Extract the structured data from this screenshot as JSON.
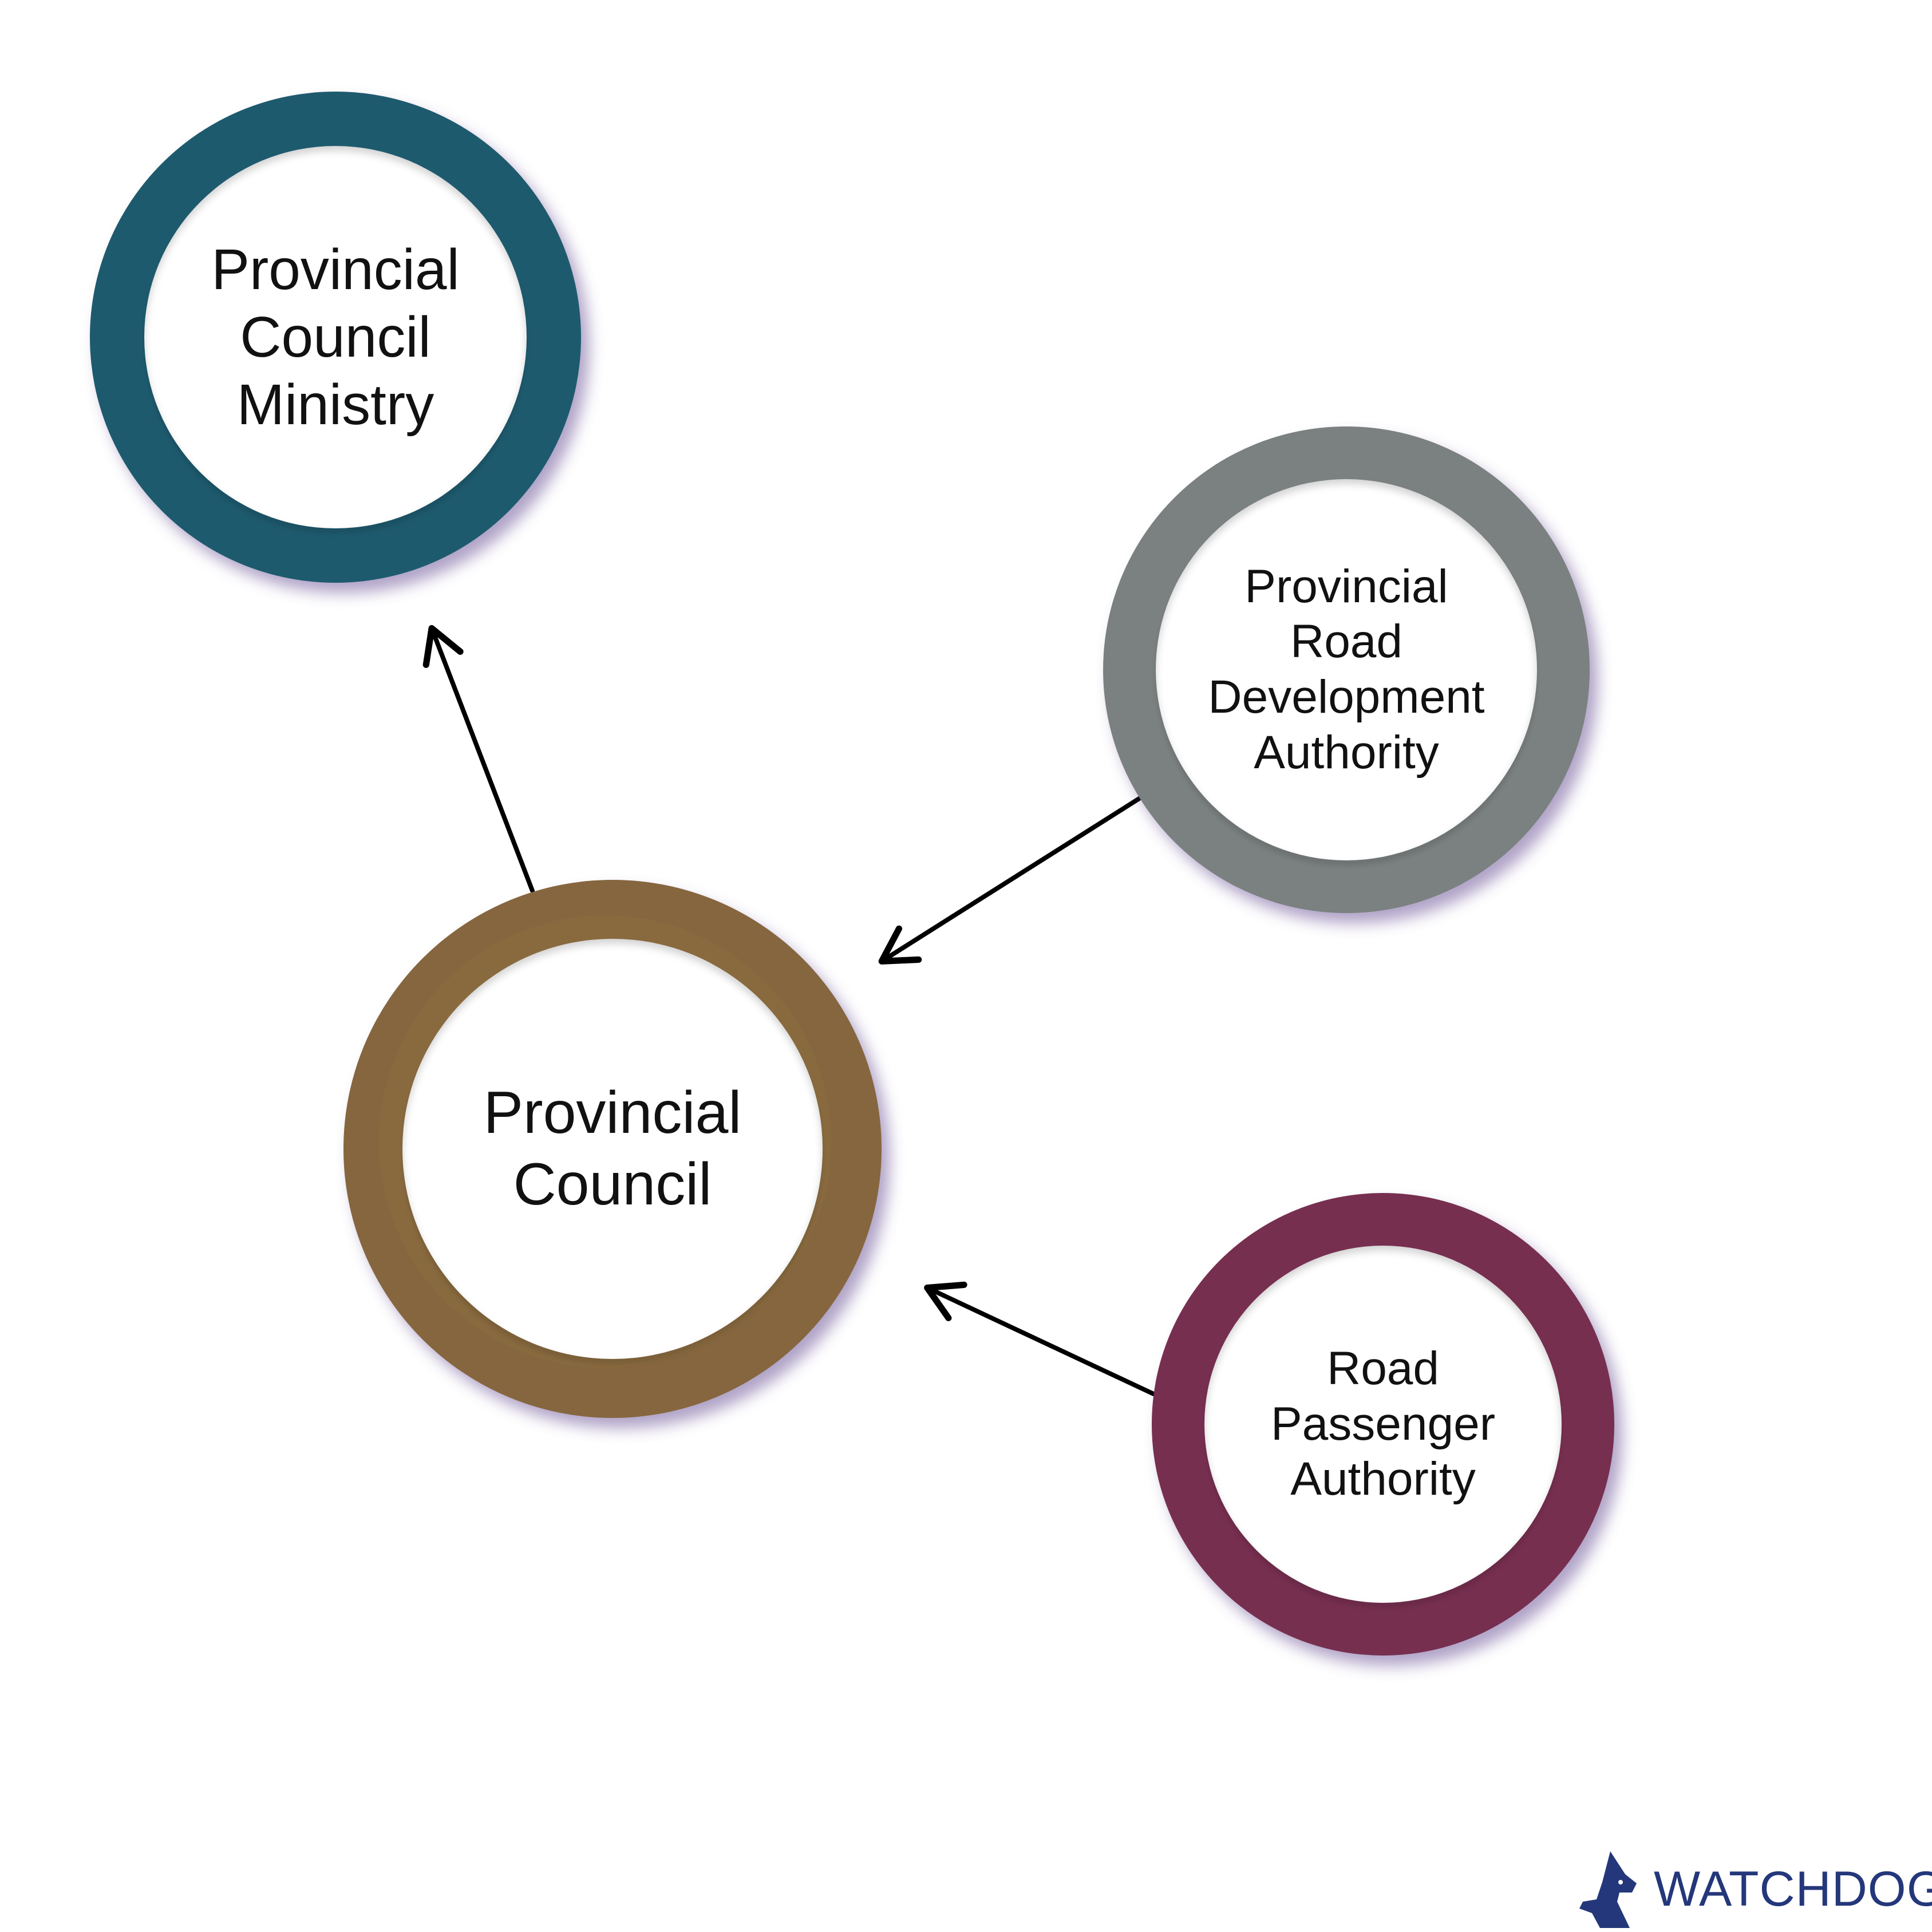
{
  "nodes": {
    "ministry": {
      "lines": [
        "Provincial",
        "Council",
        "Ministry"
      ],
      "color": "#1e5a6e"
    },
    "council": {
      "lines": [
        "Provincial",
        "Council"
      ],
      "color": "#86663f"
    },
    "prda": {
      "lines": [
        "Provincial",
        "Road",
        "Development",
        "Authority"
      ],
      "color": "#7a8180"
    },
    "rpa": {
      "lines": [
        "Road",
        "Passenger",
        "Authority"
      ],
      "color": "#772f50"
    }
  },
  "edges": [
    {
      "from": "council",
      "to": "ministry"
    },
    {
      "from": "prda",
      "to": "council"
    },
    {
      "from": "rpa",
      "to": "council"
    }
  ],
  "brand": {
    "name": "WATCHDOG",
    "icon": "dog-head-icon",
    "color": "#24377a"
  }
}
